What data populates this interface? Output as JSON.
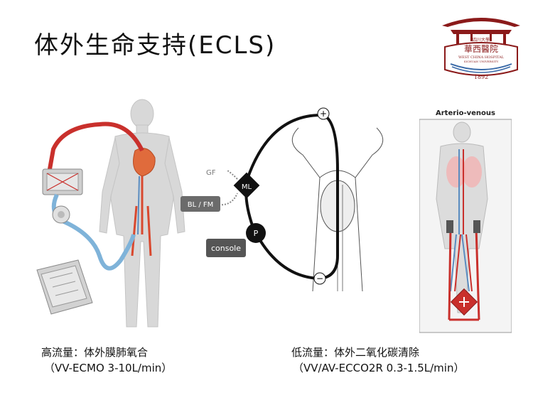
{
  "slide": {
    "title": "体外生命支持(ECLS)"
  },
  "logo": {
    "text_top": "四川大學",
    "text_main": "華西醫院",
    "text_en1": "WEST CHINA HOSPITAL",
    "text_en2": "SICHUAN UNIVERSITY",
    "year": "1892",
    "color": "#8b1a1a"
  },
  "diagram_middle": {
    "labels": {
      "gf": "GF",
      "bl_fm": "BL / FM",
      "ml": "ML",
      "p": "P",
      "console": "console",
      "plus": "+",
      "minus": "−"
    }
  },
  "diagram_right": {
    "title": "Arterio-venous"
  },
  "captions": {
    "left_main": "高流量：体外膜肺氧合",
    "left_sub": "（VV-ECMO 3-10L/min）",
    "right_main": "低流量：体外二氧化碳清除",
    "right_sub": "（VV/AV-ECCO2R  0.3-1.5L/min）"
  },
  "colors": {
    "blood_red": "#c9302c",
    "blood_blue": "#7fb3d9",
    "circuit_black": "#111111"
  }
}
